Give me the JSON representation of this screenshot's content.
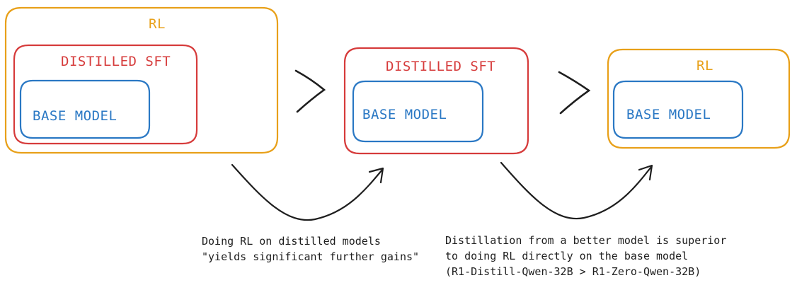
{
  "colors": {
    "rl": "#e8a019",
    "sft": "#d63b3b",
    "base": "#2a78c4",
    "arrow": "#1e1e1e",
    "note_text": "#1e1e1e"
  },
  "left_group": {
    "rl_label": "RL",
    "sft_label": "DISTILLED SFT",
    "base_label": "BASE MODEL"
  },
  "middle_group": {
    "sft_label": "DISTILLED SFT",
    "base_label": "BASE MODEL"
  },
  "right_group": {
    "rl_label": "RL",
    "base_label": "BASE MODEL"
  },
  "comparisons": [
    ">",
    ">"
  ],
  "notes": {
    "left": [
      "Doing RL on distilled models",
      "\"yields significant further gains\""
    ],
    "right": [
      "Distillation from a better model is superior",
      "to doing RL directly on the base model",
      "(R1-Distill-Qwen-32B > R1-Zero-Qwen-32B)"
    ]
  }
}
